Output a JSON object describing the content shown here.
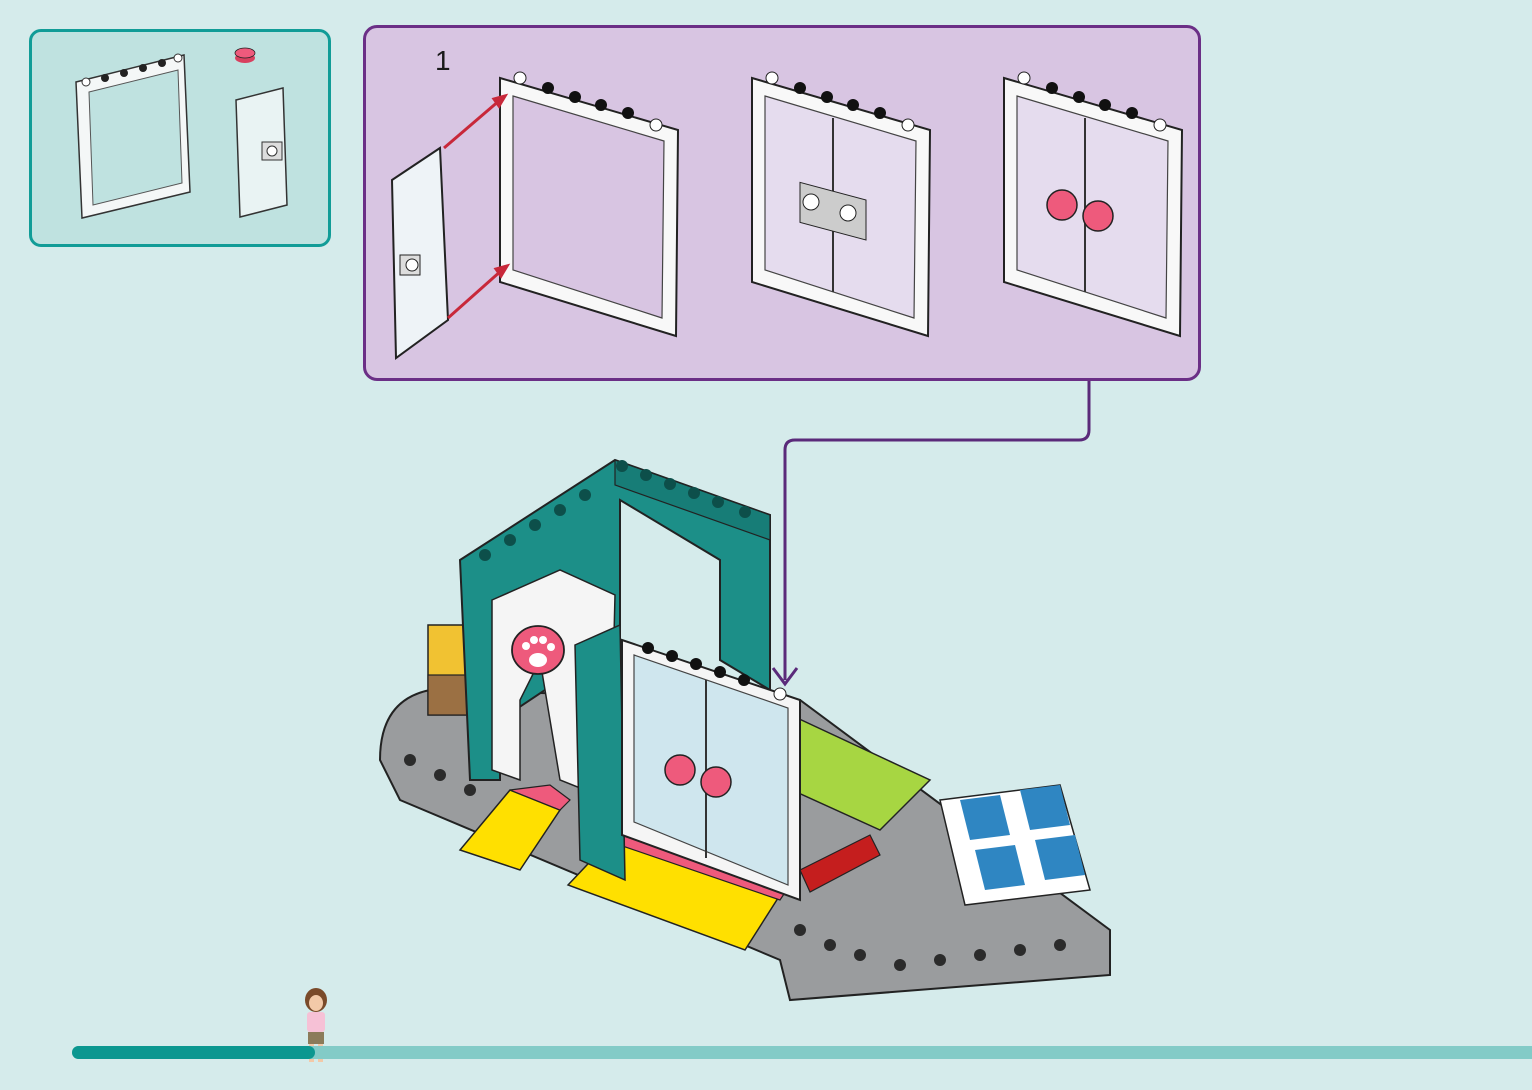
{
  "page": {
    "step_number": "1",
    "progress_fraction": 0.165
  },
  "colors": {
    "background": "#d5ebeb",
    "parts_panel_border": "#119c97",
    "parts_panel_fill": "#bfe2e0",
    "step_panel_border": "#6b2f86",
    "step_panel_fill": "#d8c5e2",
    "connector_line": "#5a2a7a",
    "arrow_red": "#c8283a",
    "pink_tile": "#ee5a7c",
    "teal_brick": "#1c8f88",
    "progress_fill": "#0b9790",
    "progress_track": "#83cbc7"
  },
  "parts": [
    {
      "name": "window-frame",
      "count": ""
    },
    {
      "name": "door-panel",
      "count": ""
    },
    {
      "name": "round-tile-pink",
      "count": ""
    }
  ],
  "icons": [
    "paw-print-icon",
    "minifigure-icon",
    "arrow-icon"
  ]
}
